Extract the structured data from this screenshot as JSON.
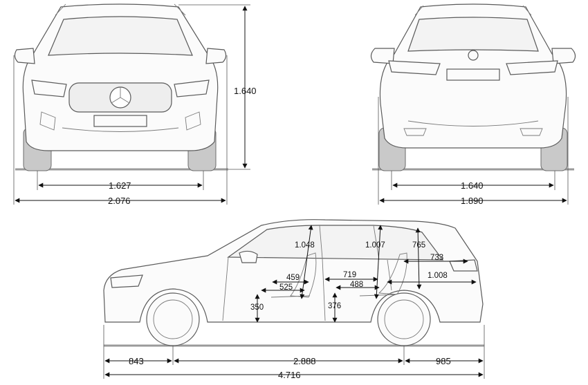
{
  "front_view": {
    "height": "1.640",
    "track_width": "1.627",
    "overall_width": "2.076"
  },
  "rear_view": {
    "track_width": "1.640",
    "overall_width": "1.890"
  },
  "side_view": {
    "front_headroom": "1.048",
    "rear_headroom": "1.007",
    "cargo_height": "765",
    "cargo_length_upper": "733",
    "cargo_length_floor": "1.008",
    "front_seat_depth": "459",
    "front_legroom_offset": "525",
    "rear_seat_depth": "719",
    "rear_legroom_offset": "488",
    "front_seat_height": "350",
    "rear_seat_height": "376",
    "front_overhang": "843",
    "wheelbase": "2.888",
    "rear_overhang": "985",
    "overall_length": "4.716"
  }
}
